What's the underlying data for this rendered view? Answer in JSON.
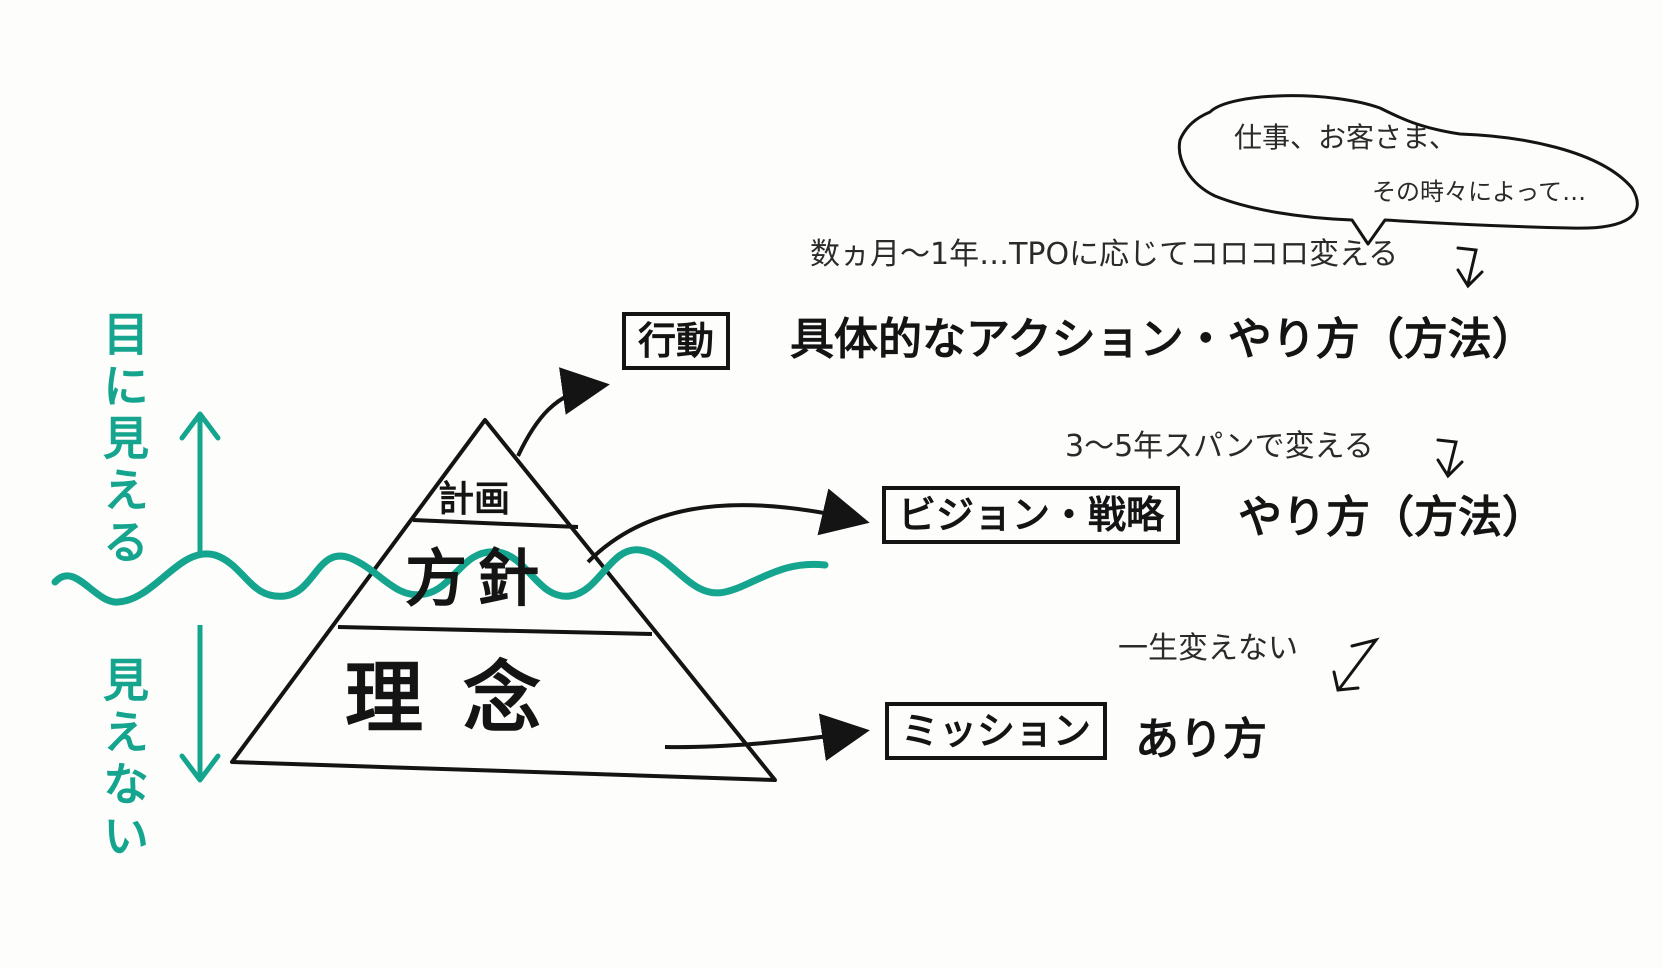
{
  "pyramid": {
    "top": "計画",
    "middle": "方針",
    "bottom": "理念"
  },
  "levels": [
    {
      "box": "行動",
      "desc": "具体的なアクション・やり方（方法）",
      "note": "数ヵ月〜1年…TPOに応じてコロコロ変える"
    },
    {
      "box": "ビジョン・戦略",
      "desc": "やり方（方法）",
      "note": "3〜5年スパンで変える"
    },
    {
      "box": "ミッション",
      "desc": "あり方",
      "note": "一生変えない"
    }
  ],
  "visibility": {
    "visible": "目に見える",
    "invisible": "見えない"
  },
  "bubble": {
    "line1": "仕事、お客さま、",
    "line2": "その時々によって…"
  },
  "colors": {
    "ink": "#141414",
    "teal": "#15a58f"
  }
}
